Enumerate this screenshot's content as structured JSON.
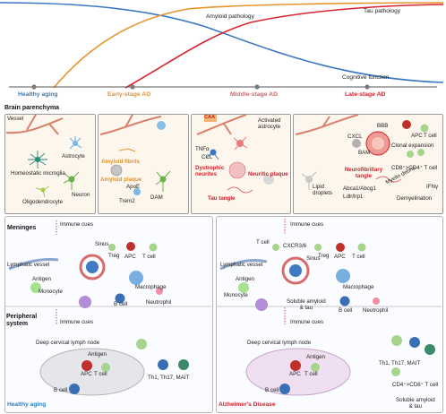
{
  "timeline": {
    "curves": {
      "amyloid": "Amyloid pathology",
      "tau": "Tau pathology",
      "cognitive": "Cognitive function"
    },
    "stages": [
      {
        "label": "Healthy aging",
        "color": "#2f7fc1"
      },
      {
        "label": "Early-stage AD",
        "color": "#e0912a"
      },
      {
        "label": "Middle-stage AD",
        "color": "#e25b5b"
      },
      {
        "label": "Late-stage AD",
        "color": "#d0202b"
      }
    ],
    "colors": {
      "amyloid": "#e8952c",
      "tau": "#d8262f",
      "cognitive": "#3b78c4"
    }
  },
  "parenchyma": {
    "title": "Brain parenchyma",
    "healthy": {
      "vessel": "Vessel",
      "astrocyte": "Astrocyte",
      "microglia": "Homeostatic microglia",
      "neuron": "Neuron",
      "oligo": "Oligodendrocyte"
    },
    "early": {
      "fibrils": "Amyloid fibrils",
      "plaque": "Amyloid plaque",
      "apoe": "ApoE",
      "trem2": "Trem2",
      "dam": "DAM"
    },
    "middle": {
      "caa": "CAA",
      "activated": "Activated astrocyte",
      "tnfa": "TNFα",
      "ccl": "CCL",
      "dystrophic": "Dystrophic neurites",
      "neuritic": "Neuritic plaque",
      "tau": "Tau tangle"
    },
    "late": {
      "bbb": "BBB",
      "apc": "APC",
      "tcell": "T cell",
      "cxcl": "CXCL",
      "bam": "BAM",
      "clonal": "Clonal expansion",
      "cd8": "CD8⁺>CD4⁺ T cell",
      "ifn": "IFNγ",
      "nft": "Neurofibrillary tangle",
      "lipid": "Lipid droplets",
      "abca": "Abca1/Abcg1",
      "ldlr": "Ldlr/lrp1",
      "myelin": "Myelin debris",
      "demyel": "Demyelination"
    }
  },
  "meninges": {
    "title": "Meninges",
    "healthy": {
      "immune": "Immune cues",
      "sinus": "Sinus",
      "treg": "Treg",
      "apc": "APC",
      "tcell": "T cell",
      "lymphatic": "Lymphatic vessel",
      "antigen": "Antigen",
      "monocyte": "Monocyte",
      "macrophage": "Macrophage",
      "bcell": "B cell",
      "neutrophil": "Neutrophil"
    },
    "ad": {
      "immune": "Immune cues",
      "tcell": "T cell",
      "cxcr": "CXCR3/6",
      "sinus": "Sinus",
      "treg": "Treg",
      "apc": "APC",
      "tcell2": "T cell",
      "lymphatic": "Lymphatic vessel",
      "antigen": "Antigen",
      "monocyte": "Monocyte",
      "macrophage": "Macrophage",
      "soluble": "Soluble amyloid",
      "soluble2": "& tau",
      "bcell": "B cell",
      "neutrophil": "Neutrophil"
    }
  },
  "peripheral": {
    "title": "Peripheral",
    "title2": "system",
    "healthy": {
      "immune": "Immune cues",
      "node": "Deep cervical lymph node",
      "antigen": "Antigen",
      "apc": "APC",
      "tcell": "T cell",
      "bcell": "B cell",
      "th": "Th1, Th17, MAIT",
      "footer": "Healthy aging"
    },
    "ad": {
      "immune": "Immune cues",
      "node": "Deep cervical lymph node",
      "antigen": "Antigen",
      "apc": "APC",
      "tcell": "T cell",
      "bcell": "B cell",
      "th": "Th1, Th17, MAIT",
      "cd4": "CD4⁺>CD8⁺ T cell",
      "soluble": "Soluble amyloid",
      "soluble2": "& tau",
      "footer": "Alzheimer's Disease"
    }
  }
}
